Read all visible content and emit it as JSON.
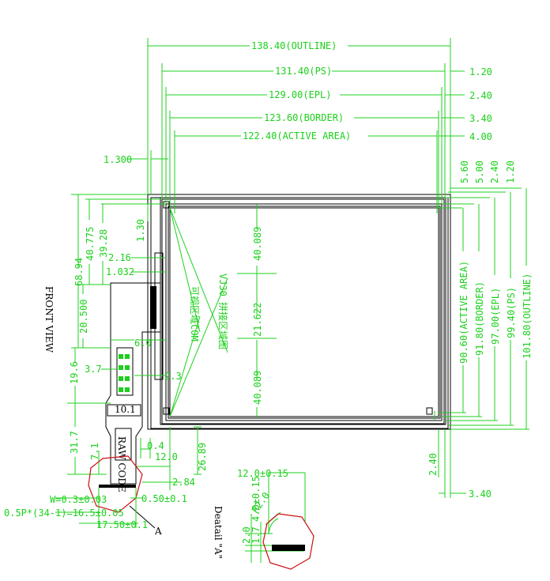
{
  "dims_top": {
    "outline": "138.40(OUTLINE)",
    "ps": "131.40(PS)",
    "epl": "129.00(EPL)",
    "border": "123.60(BORDER)",
    "active": "122.40(ACTIVE AREA)"
  },
  "offsets_right_top": [
    "1.20",
    "2.40",
    "3.40",
    "4.00"
  ],
  "offsets_vertical": [
    "5.60",
    "5.00",
    "2.40",
    "1.20"
  ],
  "dims_right": {
    "active": "90.60(ACTIVE AREA)",
    "border": "91.80(BORDER)",
    "epl": "97.00(EPL)",
    "ps": "99.40(PS)",
    "outline": "101.80(OUTLINE)"
  },
  "dims_left": {
    "d1300": "1.300",
    "d130": "1.30",
    "d6894": "68.94",
    "d40775": "40.775",
    "d3928": "39.28",
    "d216": "2.16",
    "d1032": "1.032",
    "d20500": "20.500",
    "d196": "19.6",
    "d37": "3.7",
    "d317": "31.7",
    "d71": "7.1"
  },
  "dims_center": {
    "top": "40.089",
    "mid": "21.622",
    "bottom": "40.089",
    "vertical_note": "VJ30 拼接区域图",
    "vertical_note2": "可视区域COM"
  },
  "fpc_dims": {
    "d60": "6.0",
    "d23": "2.3",
    "d101": "10.1",
    "d04": "0.4",
    "d120": "12.0",
    "d2689": "26.89",
    "d284": "2.84",
    "fpc_label": "RAW CODE"
  },
  "bottom_dims": {
    "d240": "2.40",
    "d340": "3.40"
  },
  "detail_a_left": {
    "w": "W=0.3±0.03",
    "pitch": "0.5P*(34-1)=16.5±0.05",
    "width": "17.50±0.1",
    "pin": "0.50±0.1",
    "label": "A"
  },
  "detail_a": {
    "title": "Deatail \"A\"",
    "d12": "12.0±0.15",
    "d4": "4.0±0.15",
    "d2": "2.0",
    "d17": "1.7",
    "r2": "R2.0"
  },
  "front_view": "FRONT VIEW"
}
